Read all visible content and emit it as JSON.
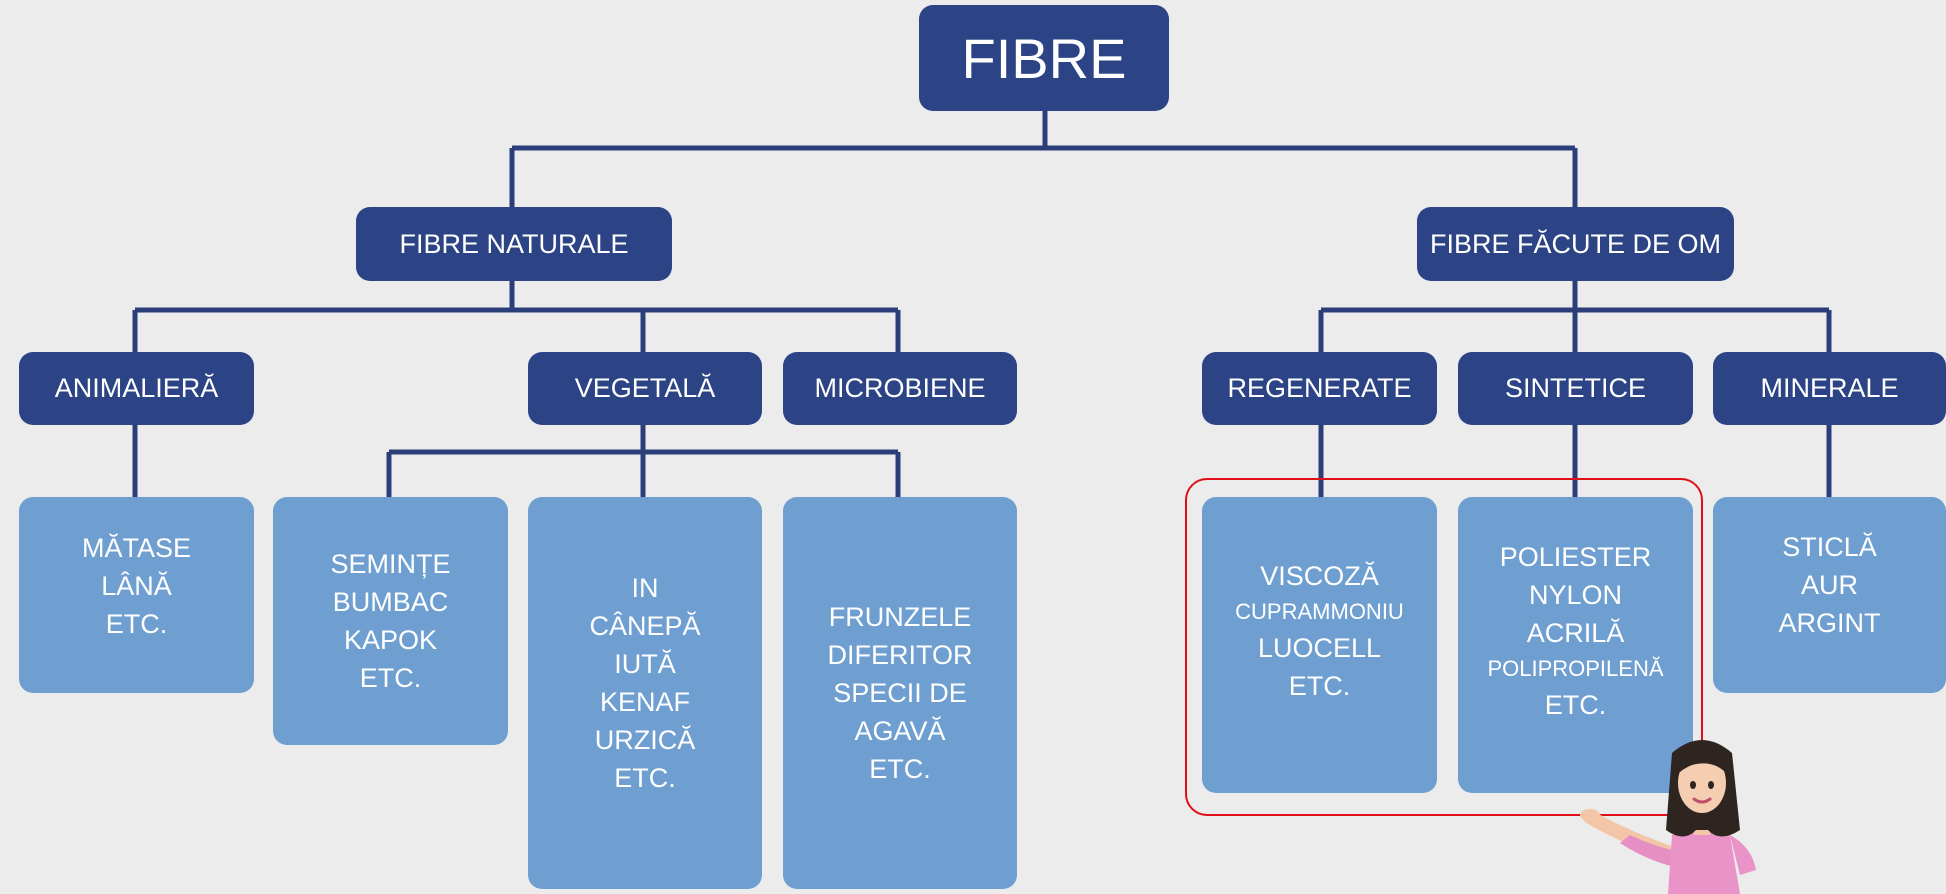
{
  "root": {
    "label": "FIBRE"
  },
  "natural": {
    "label": "FIBRE NATURALE",
    "animal": {
      "label": "ANIMALIERĂ",
      "items": [
        "MĂTASE",
        "LÂNĂ",
        "ETC."
      ]
    },
    "vegetal": {
      "label": "VEGETALĂ",
      "seeds": [
        "SEMINȚE",
        "BUMBAC",
        "KAPOK",
        "ETC."
      ],
      "stems": [
        "IN",
        "CÂNEPĂ",
        "IUTĂ",
        "KENAF",
        "URZICĂ",
        "ETC."
      ],
      "leaves": [
        "FRUNZELE",
        "DIFERITOR",
        "SPECII DE",
        "AGAVĂ",
        "ETC."
      ]
    },
    "microbial": {
      "label": "MICROBIENE"
    }
  },
  "manmade": {
    "label": "FIBRE FĂCUTE DE OM",
    "regenerated": {
      "label": "REGENERATE",
      "items": [
        "VISCOZĂ",
        "CUPRAMMONIU",
        "LUOCELL",
        "ETC."
      ]
    },
    "synthetic": {
      "label": "SINTETICE",
      "items": [
        "POLIESTER",
        "NYLON",
        "ACRILĂ",
        "POLIPROPILENĂ",
        "ETC."
      ]
    },
    "mineral": {
      "label": "MINERALE",
      "items": [
        "STICLĂ",
        "AUR",
        "ARGINT"
      ]
    }
  },
  "colors": {
    "dark_node": "#2c4486",
    "light_node": "#6f9fd1",
    "connector": "#2c3e7a",
    "highlight": "#e0101b",
    "background": "#ececec"
  }
}
